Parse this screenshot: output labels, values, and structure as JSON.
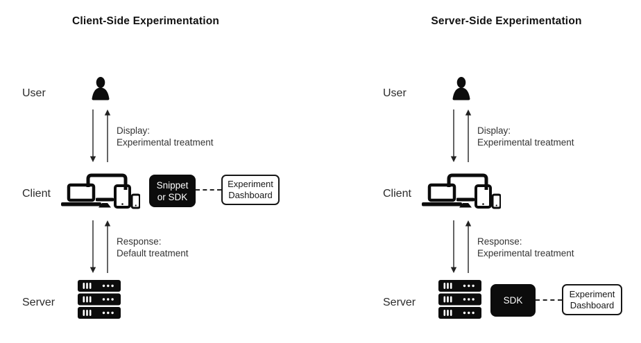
{
  "colors": {
    "ink": "#0c0c0c",
    "label_text": "#2b2b2b",
    "flow_text": "#333333",
    "black_box_bg": "#0c0c0c",
    "black_box_text": "#ffffff",
    "dashboard_border": "#161616",
    "background": "#ffffff"
  },
  "icons": {
    "user": "person-silhouette",
    "client": "responsive-devices",
    "server": "server-rack",
    "flow": "bidirectional-vertical-arrows",
    "connector": "dashed-line"
  },
  "panels": [
    {
      "id": "client-side",
      "title": "Client-Side Experimentation",
      "user_label": "User",
      "client_label": "Client",
      "server_label": "Server",
      "flow_user_client": {
        "line1": "Display:",
        "line2": "Experimental treatment"
      },
      "flow_client_server": {
        "line1": "Response:",
        "line2": "Default treatment"
      },
      "integration": {
        "attached_to": "client",
        "black_box_line1": "Snippet",
        "black_box_line2": "or SDK",
        "dashboard_line1": "Experiment",
        "dashboard_line2": "Dashboard"
      }
    },
    {
      "id": "server-side",
      "title": "Server-Side Experimentation",
      "user_label": "User",
      "client_label": "Client",
      "server_label": "Server",
      "flow_user_client": {
        "line1": "Display:",
        "line2": "Experimental treatment"
      },
      "flow_client_server": {
        "line1": "Response:",
        "line2": "Experimental treatment"
      },
      "integration": {
        "attached_to": "server",
        "black_box_line1": "SDK",
        "black_box_line2": "",
        "dashboard_line1": "Experiment",
        "dashboard_line2": "Dashboard"
      }
    }
  ]
}
